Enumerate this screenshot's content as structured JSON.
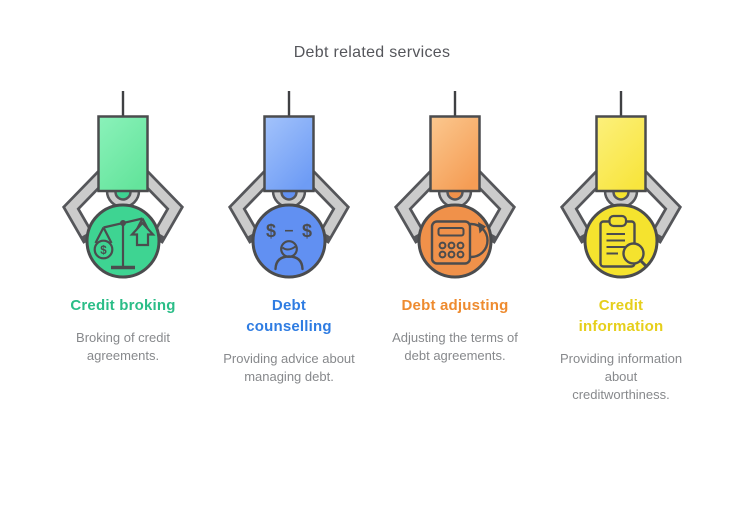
{
  "title": "Debt related services",
  "symbols": {
    "dollar": "$",
    "dash": "–"
  },
  "machines": [
    {
      "name": "credit-broking",
      "heading": "Credit broking",
      "description": "Broking of credit agreements.",
      "icon": "balance-scale-icon",
      "colors": {
        "rect_light": "#8bf2ba",
        "rect_dark": "#64e49c",
        "ball": "#3ed492",
        "heading": "#2abd87"
      }
    },
    {
      "name": "debt-counselling",
      "heading": "Debt counselling",
      "description": "Providing advice about managing debt.",
      "icon": "dollar-exchange-person-icon",
      "colors": {
        "rect_light": "#a3c3fb",
        "rect_dark": "#6e9cf5",
        "ball": "#6190f2",
        "heading": "#2e7ce2"
      }
    },
    {
      "name": "debt-adjusting",
      "heading": "Debt adjusting",
      "description": "Adjusting the terms of debt agreements.",
      "icon": "calculator-refresh-icon",
      "colors": {
        "rect_light": "#fbc88f",
        "rect_dark": "#f59d55",
        "ball": "#f0914a",
        "heading": "#ee8b2f"
      }
    },
    {
      "name": "credit-information",
      "heading": "Credit information",
      "description": "Providing information about creditworthiness.",
      "icon": "document-search-icon",
      "colors": {
        "rect_light": "#fcf07c",
        "rect_dark": "#f8e53e",
        "ball": "#f5e32e",
        "heading": "#e6cf1b"
      }
    }
  ]
}
